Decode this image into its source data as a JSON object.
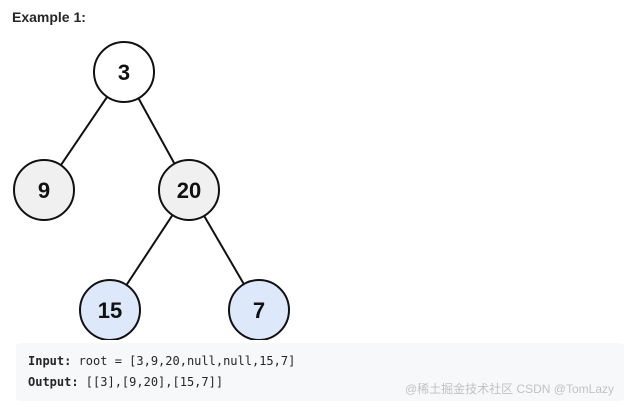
{
  "heading": "Example 1:",
  "tree": {
    "nodes": [
      {
        "id": "n3",
        "label": "3",
        "fill": "#ffffff"
      },
      {
        "id": "n9",
        "label": "9",
        "fill": "#f0f0f0"
      },
      {
        "id": "n20",
        "label": "20",
        "fill": "#f0f0f0"
      },
      {
        "id": "n15",
        "label": "15",
        "fill": "#dde8fb"
      },
      {
        "id": "n7",
        "label": "7",
        "fill": "#dde8fb"
      }
    ],
    "edges": [
      {
        "from": "n3",
        "to": "n9"
      },
      {
        "from": "n3",
        "to": "n20"
      },
      {
        "from": "n20",
        "to": "n15"
      },
      {
        "from": "n20",
        "to": "n7"
      }
    ],
    "stroke": "#111111"
  },
  "example": {
    "input_label": "Input:",
    "input_value": " root = [3,9,20,null,null,15,7]",
    "output_label": "Output:",
    "output_value": " [[3],[9,20],[15,7]]"
  },
  "watermark": "@稀土掘金技术社区 CSDN @TomLazy"
}
